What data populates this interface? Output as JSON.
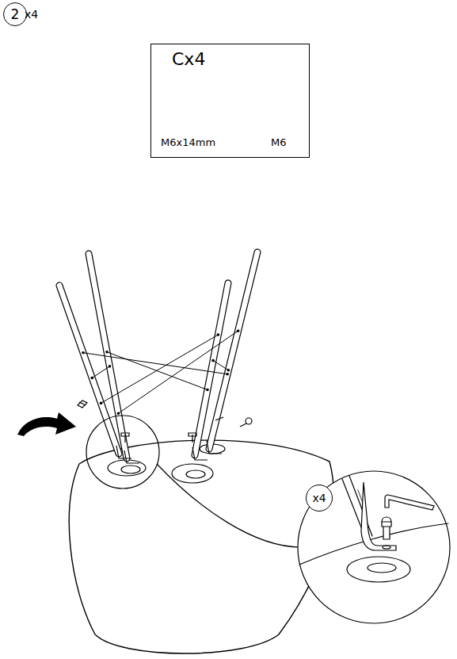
{
  "diagram": {
    "nodes": [
      {
        "text": [
          "2"
        ]
      },
      {
        "text": [
          "Cx4",
          "M6x14mm",
          "M6"
        ]
      },
      {
        "text": [
          "x4"
        ]
      }
    ],
    "labels": [
      "x4"
    ]
  }
}
